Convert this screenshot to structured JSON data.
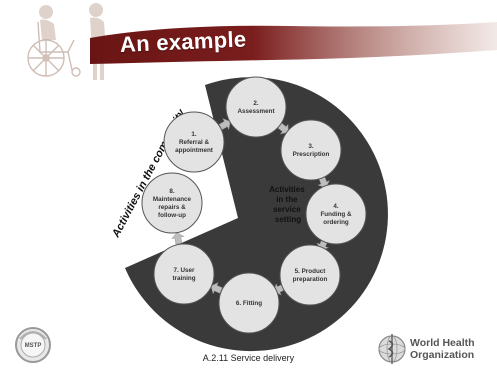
{
  "slide": {
    "title": "An example",
    "footer_caption": "A.2.11 Service delivery",
    "community_label": "Activities in the community",
    "center_label": [
      "Activities",
      "in the",
      "service",
      "setting"
    ],
    "steps": [
      {
        "lines": [
          "1.",
          "Referral &",
          "appointment"
        ],
        "zone": "community"
      },
      {
        "lines": [
          "2.",
          "Assessment"
        ],
        "zone": "service"
      },
      {
        "lines": [
          "3.",
          "Prescription"
        ],
        "zone": "service"
      },
      {
        "lines": [
          "4.",
          "Funding &",
          "ordering"
        ],
        "zone": "service"
      },
      {
        "lines": [
          "5. Product",
          "preparation"
        ],
        "zone": "service"
      },
      {
        "lines": [
          "6. Fitting"
        ],
        "zone": "service"
      },
      {
        "lines": [
          "7. User",
          "training"
        ],
        "zone": "service"
      },
      {
        "lines": [
          "8.",
          "Maintenance",
          "repairs &",
          "follow-up"
        ],
        "zone": "community"
      }
    ]
  },
  "logos": {
    "left": {
      "icon": "mstp-logo",
      "text": "MSTP"
    },
    "right": {
      "icon": "who-emblem",
      "lines": [
        "World Health",
        "Organization"
      ]
    }
  },
  "colors": {
    "banner": "#7a1d1d",
    "sector": "#3a3a3a",
    "node_fill": "#e3e3e3",
    "arrow": "#bdbdbd"
  }
}
